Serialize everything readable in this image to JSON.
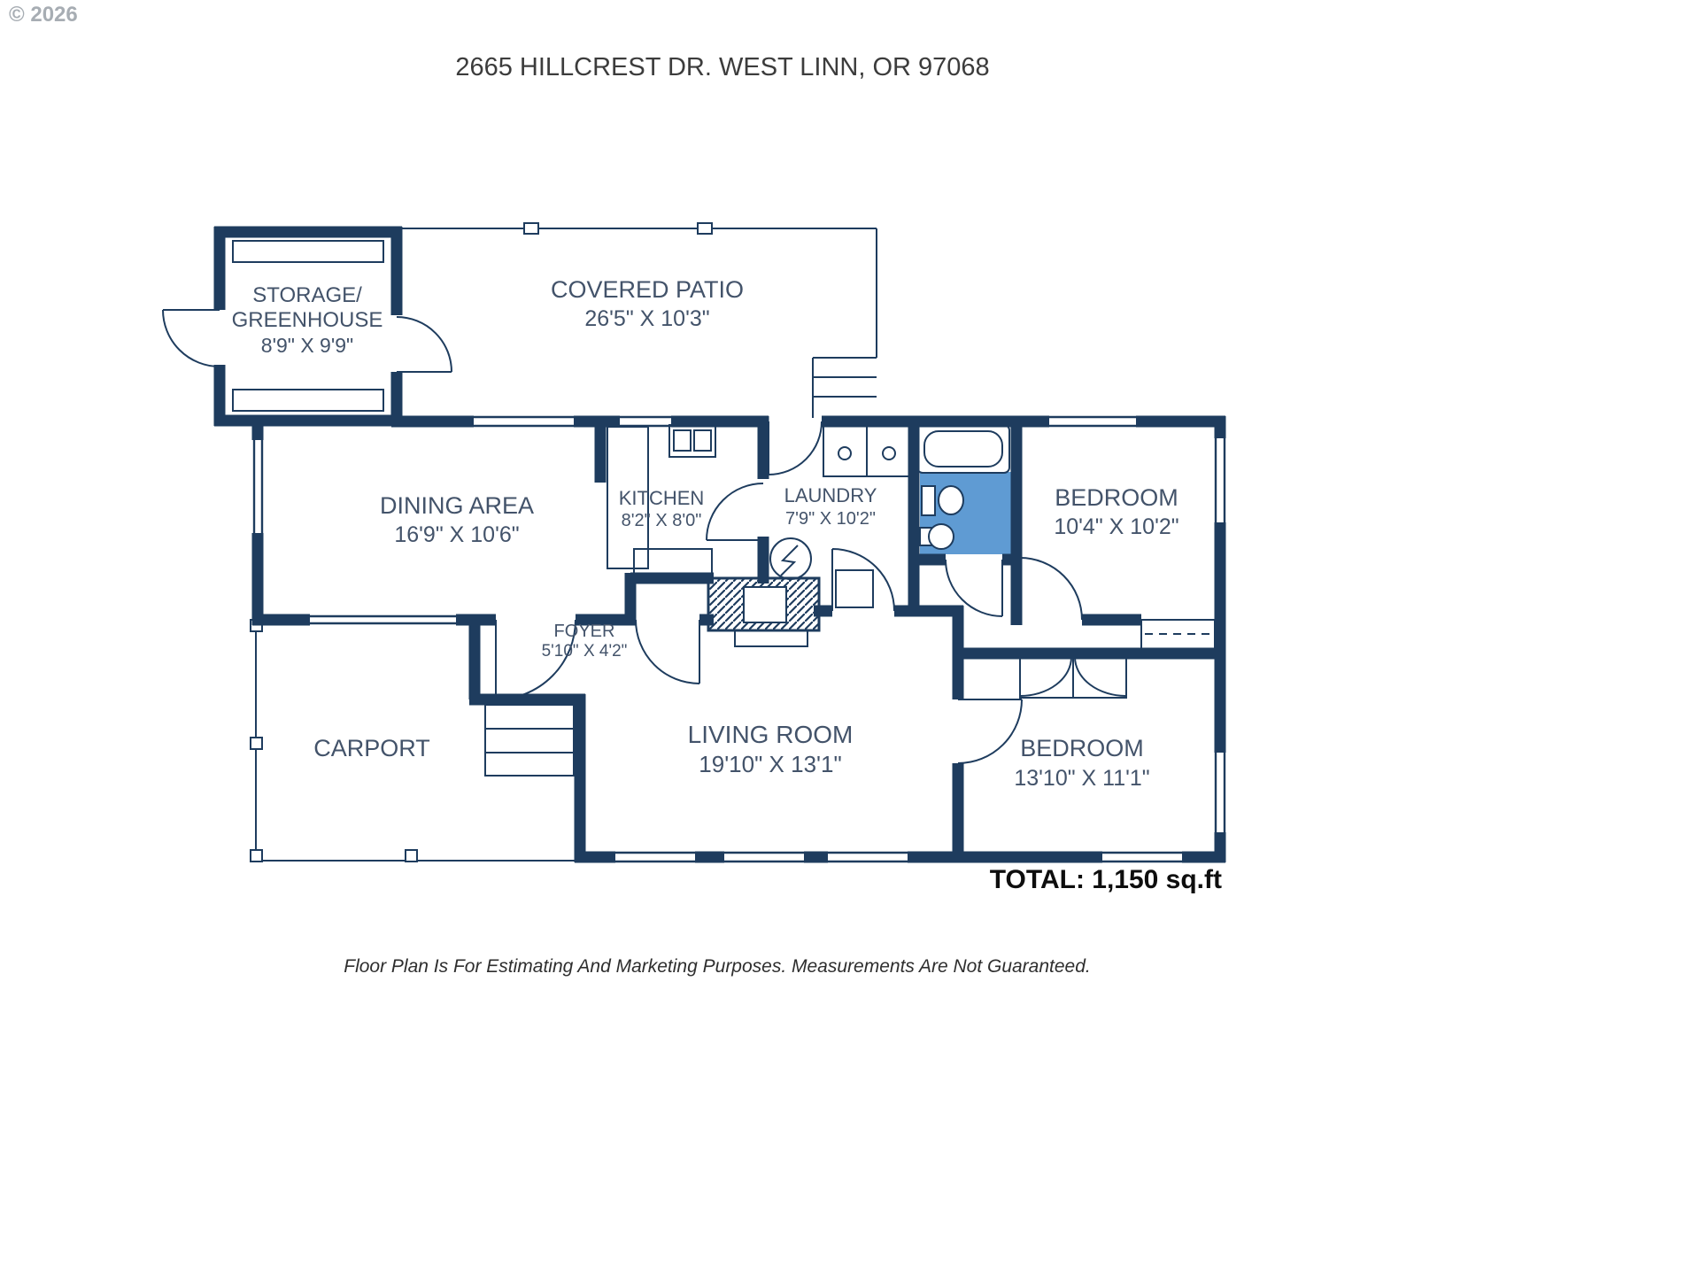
{
  "watermark": "© 2026",
  "header": {
    "address": "2665 HILLCREST DR. WEST LINN, OR 97068"
  },
  "rooms": {
    "storage": {
      "line1": "STORAGE/",
      "line2": "GREENHOUSE",
      "dims": "8'9\" X 9'9\""
    },
    "patio": {
      "name": "COVERED PATIO",
      "dims": "26'5\" X 10'3\""
    },
    "dining": {
      "name": "DINING AREA",
      "dims": "16'9\" X 10'6\""
    },
    "kitchen": {
      "name": "KITCHEN",
      "dims": "8'2\" X 8'0\""
    },
    "laundry": {
      "name": "LAUNDRY",
      "dims": "7'9\" X 10'2\""
    },
    "bedroom_top": {
      "name": "BEDROOM",
      "dims": "10'4\" X 10'2\""
    },
    "foyer": {
      "name": "FOYER",
      "dims": "5'10\" X 4'2\""
    },
    "carport": {
      "name": "CARPORT"
    },
    "living": {
      "name": "LIVING ROOM",
      "dims": "19'10\" X 13'1\""
    },
    "bedroom_bottom": {
      "name": "BEDROOM",
      "dims": "13'10\" X 11'1\""
    }
  },
  "total_label": "TOTAL: 1,150 sq.ft",
  "footer": {
    "disclaimer": "Floor Plan Is For Estimating And Marketing Purposes. Measurements Are Not Guaranteed."
  },
  "colors": {
    "wall": "#1e3c5e",
    "bathroom_fill": "#5f9bd3",
    "label_text": "#43536a"
  }
}
